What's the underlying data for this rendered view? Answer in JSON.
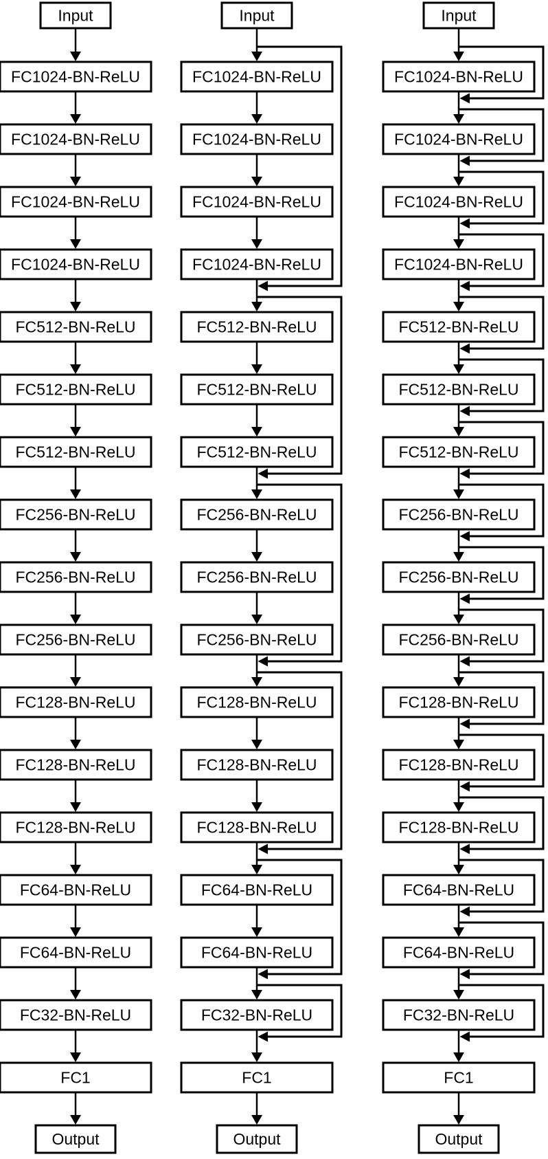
{
  "figure": {
    "background_color": "#ffffff",
    "line_color": "#000000",
    "box_fill_color": "#ffffff",
    "columns": [
      {
        "name": "plain",
        "blocks": [
          "Input",
          "FC1024-BN-ReLU",
          "FC1024-BN-ReLU",
          "FC1024-BN-ReLU",
          "FC1024-BN-ReLU",
          "FC512-BN-ReLU",
          "FC512-BN-ReLU",
          "FC512-BN-ReLU",
          "FC256-BN-ReLU",
          "FC256-BN-ReLU",
          "FC256-BN-ReLU",
          "FC128-BN-ReLU",
          "FC128-BN-ReLU",
          "FC128-BN-ReLU",
          "FC64-BN-ReLU",
          "FC64-BN-ReLU",
          "FC32-BN-ReLU",
          "FC1",
          "Output"
        ],
        "skips": []
      },
      {
        "name": "group-skip",
        "blocks": [
          "Input",
          "FC1024-BN-ReLU",
          "FC1024-BN-ReLU",
          "FC1024-BN-ReLU",
          "FC1024-BN-ReLU",
          "FC512-BN-ReLU",
          "FC512-BN-ReLU",
          "FC512-BN-ReLU",
          "FC256-BN-ReLU",
          "FC256-BN-ReLU",
          "FC256-BN-ReLU",
          "FC128-BN-ReLU",
          "FC128-BN-ReLU",
          "FC128-BN-ReLU",
          "FC64-BN-ReLU",
          "FC64-BN-ReLU",
          "FC32-BN-ReLU",
          "FC1",
          "Output"
        ],
        "skips": [
          {
            "from": 1,
            "to": 4
          },
          {
            "from": 5,
            "to": 7
          },
          {
            "from": 8,
            "to": 10
          },
          {
            "from": 11,
            "to": 13
          },
          {
            "from": 14,
            "to": 15
          },
          {
            "from": 16,
            "to": 16
          }
        ]
      },
      {
        "name": "per-block-skip",
        "blocks": [
          "Input",
          "FC1024-BN-ReLU",
          "FC1024-BN-ReLU",
          "FC1024-BN-ReLU",
          "FC1024-BN-ReLU",
          "FC512-BN-ReLU",
          "FC512-BN-ReLU",
          "FC512-BN-ReLU",
          "FC256-BN-ReLU",
          "FC256-BN-ReLU",
          "FC256-BN-ReLU",
          "FC128-BN-ReLU",
          "FC128-BN-ReLU",
          "FC128-BN-ReLU",
          "FC64-BN-ReLU",
          "FC64-BN-ReLU",
          "FC32-BN-ReLU",
          "FC1",
          "Output"
        ],
        "skips": [
          {
            "from": 1,
            "to": 1
          },
          {
            "from": 2,
            "to": 2
          },
          {
            "from": 3,
            "to": 3
          },
          {
            "from": 4,
            "to": 4
          },
          {
            "from": 5,
            "to": 5
          },
          {
            "from": 6,
            "to": 6
          },
          {
            "from": 7,
            "to": 7
          },
          {
            "from": 8,
            "to": 8
          },
          {
            "from": 9,
            "to": 9
          },
          {
            "from": 10,
            "to": 10
          },
          {
            "from": 11,
            "to": 11
          },
          {
            "from": 12,
            "to": 12
          },
          {
            "from": 13,
            "to": 13
          },
          {
            "from": 14,
            "to": 14
          },
          {
            "from": 15,
            "to": 15
          },
          {
            "from": 16,
            "to": 16
          }
        ]
      }
    ]
  }
}
